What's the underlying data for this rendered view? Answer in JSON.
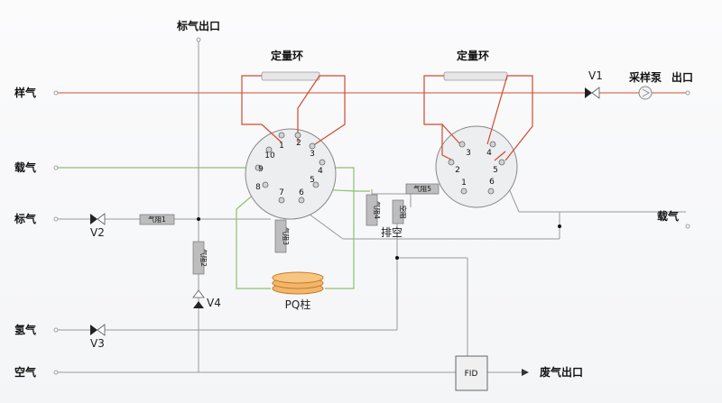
{
  "inputs": {
    "sample_gas": "样气",
    "carrier_gas": "载气",
    "standard_gas": "标气",
    "hydrogen": "氢气",
    "air": "空气"
  },
  "outputs": {
    "standard_gas_outlet": "标气出口",
    "carrier_gas_right": "载气",
    "pump": "采样泵",
    "outlet": "出口",
    "exhaust": "废气出口",
    "vent": "排空"
  },
  "loops": {
    "left": "定量环",
    "right": "定量环"
  },
  "valves": {
    "v1": "V1",
    "v2": "V2",
    "v3": "V3",
    "v4": "V4"
  },
  "resistors": {
    "r1": "气阻1",
    "r2": "气阻2",
    "r3": "气阻3",
    "r4": "气阻4",
    "r5": "气阻5",
    "r_vent": "空阻"
  },
  "column": "PQ柱",
  "detector": "FID",
  "left_valve_ports": [
    "1",
    "2",
    "3",
    "4",
    "5",
    "6",
    "7",
    "8",
    "9",
    "10"
  ],
  "right_valve_ports": [
    "1",
    "2",
    "3",
    "4",
    "5",
    "6"
  ],
  "colors": {
    "sample_line": "#e07050",
    "loop_line": "#d04a30",
    "carrier_line": "#8cc070",
    "gray_line": "#9a9a9a",
    "column_fill": "#e8a050"
  }
}
